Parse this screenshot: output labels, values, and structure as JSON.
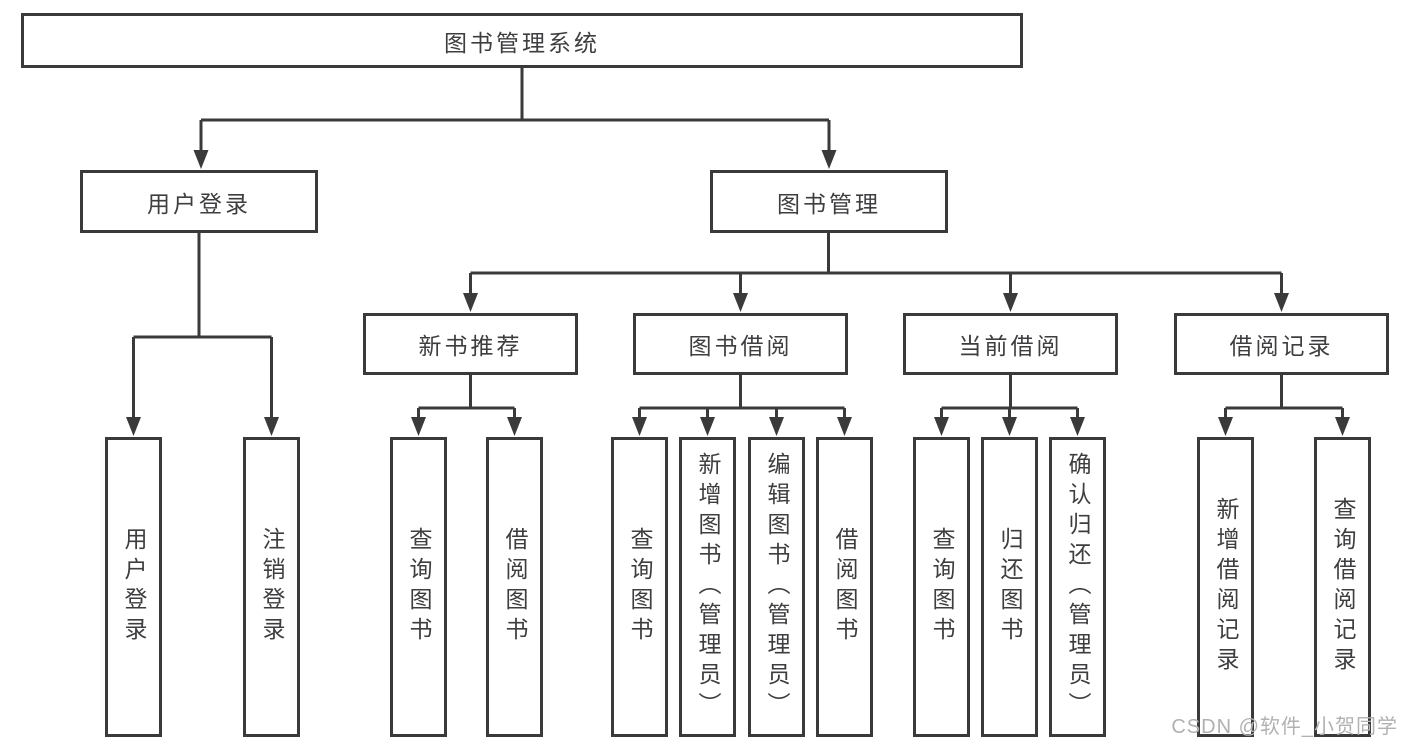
{
  "diagram": {
    "title": "图书管理系统",
    "branches": [
      {
        "label": "用户登录",
        "leaves": [
          "用户登录",
          "注销登录"
        ]
      },
      {
        "label": "图书管理",
        "groups": [
          {
            "label": "新书推荐",
            "leaves": [
              "查询图书",
              "借阅图书"
            ]
          },
          {
            "label": "图书借阅",
            "leaves": [
              "查询图书",
              "新增图书（管理员）",
              "编辑图书（管理员）",
              "借阅图书"
            ]
          },
          {
            "label": "当前借阅",
            "leaves": [
              "查询图书",
              "归还图书",
              "确认归还（管理员）"
            ]
          },
          {
            "label": "借阅记录",
            "leaves": [
              "新增借阅记录",
              "查询借阅记录"
            ]
          }
        ]
      }
    ]
  },
  "watermark": {
    "text": "CSDN @软件_小贺同学"
  },
  "colors": {
    "line": "#3a3a3a",
    "text": "#3e3e40",
    "watermark": "#b1b1b1",
    "background": "#ffffff"
  }
}
